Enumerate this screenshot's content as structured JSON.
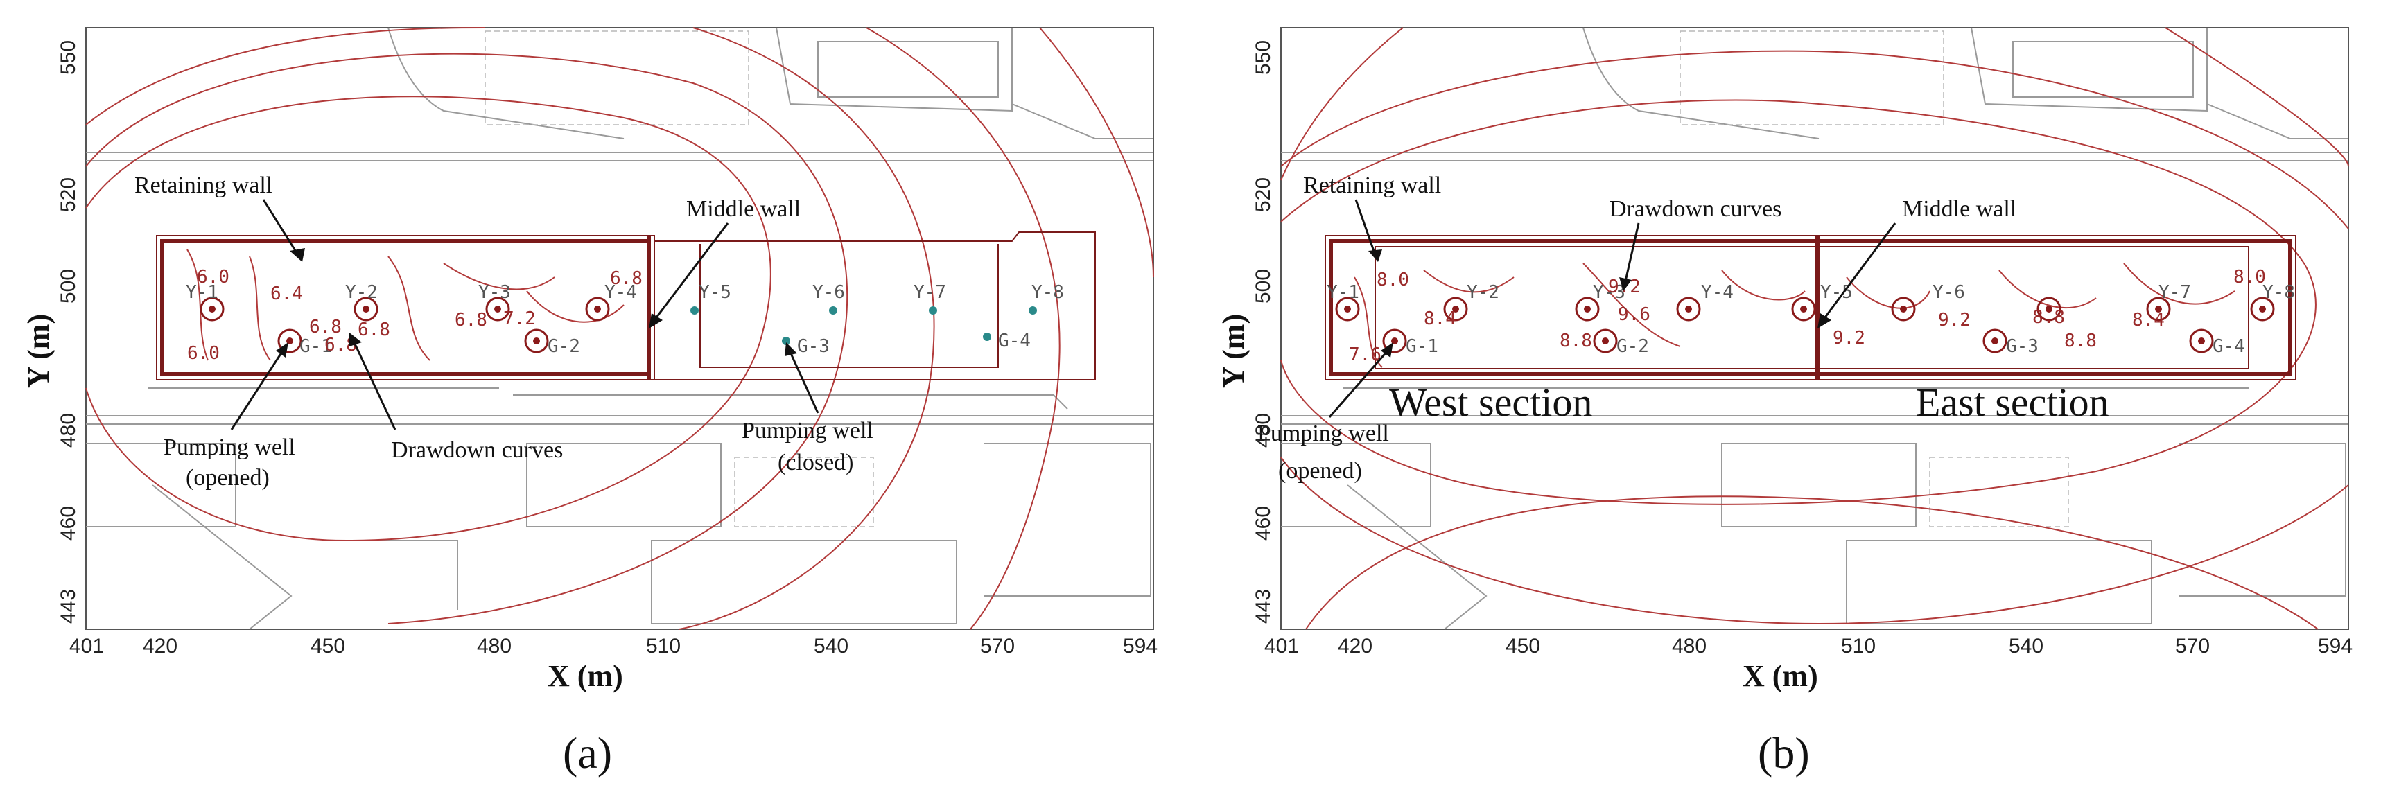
{
  "panels": [
    {
      "id": "a",
      "panel_label": "(a)",
      "xlabel": "X (m)",
      "ylabel": "Y (m)",
      "xticks": [
        "401",
        "420",
        "450",
        "480",
        "510",
        "540",
        "570",
        "594"
      ],
      "yticks": [
        "550",
        "520",
        "500",
        "480",
        "460",
        "443"
      ],
      "wells_y": [
        "Y-1",
        "Y-2",
        "Y-3",
        "Y-4",
        "Y-5",
        "Y-6",
        "Y-7",
        "Y-8"
      ],
      "wells_g": [
        "G-1",
        "G-2",
        "G-3",
        "G-4"
      ],
      "contours": [
        "6.0",
        "6.4",
        "6.8",
        "6.8",
        "7.2",
        "6.8",
        "6.0",
        "6.8",
        "6.8"
      ],
      "annotations": {
        "retaining_wall": "Retaining wall",
        "middle_wall": "Middle wall",
        "drawdown_curves": "Drawdown curves",
        "pumping_well_opened": [
          "Pumping well",
          "(opened)"
        ],
        "pumping_well_closed": [
          "Pumping well",
          "(closed)"
        ]
      }
    },
    {
      "id": "b",
      "panel_label": "(b)",
      "xlabel": "X (m)",
      "ylabel": "Y (m)",
      "xticks": [
        "401",
        "420",
        "450",
        "480",
        "510",
        "540",
        "570",
        "594"
      ],
      "yticks": [
        "550",
        "520",
        "500",
        "480",
        "460",
        "443"
      ],
      "wells_y": [
        "Y-1",
        "Y-2",
        "Y-3",
        "Y-4",
        "Y-5",
        "Y-6",
        "Y-7",
        "Y-8"
      ],
      "wells_g": [
        "G-1",
        "G-2",
        "G-3",
        "G-4"
      ],
      "contours": [
        "8.0",
        "8.4",
        "7.6",
        "9.2",
        "9.6",
        "8.8",
        "9.2",
        "9.2",
        "8.8",
        "8.8",
        "8.4",
        "8.0"
      ],
      "annotations": {
        "retaining_wall": "Retaining wall",
        "middle_wall": "Middle wall",
        "drawdown_curves": "Drawdown curves",
        "pumping_well_opened": [
          "Pumping well",
          "(opened)"
        ],
        "west_section": "West section",
        "east_section": "East section"
      }
    }
  ]
}
